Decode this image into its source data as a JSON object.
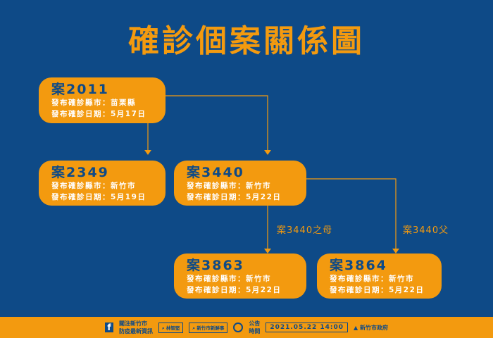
{
  "title": "確診個案關係圖",
  "cases": [
    {
      "id": "案2011",
      "county": "發布確診縣市：苗栗縣",
      "date": "發布確診日期：5月17日"
    },
    {
      "id": "案2349",
      "county": "發布確診縣市：新竹市",
      "date": "發布確診日期：5月19日"
    },
    {
      "id": "案3440",
      "county": "發布確診縣市：新竹市",
      "date": "發布確診日期：5月22日"
    },
    {
      "id": "案3863",
      "county": "發布確診縣市：新竹市",
      "date": "發布確診日期：5月22日"
    },
    {
      "id": "案3864",
      "county": "發布確診縣市：新竹市",
      "date": "發布確診日期：5月22日"
    }
  ],
  "relations": {
    "r1": "案3440之母",
    "r2": "案3440父"
  },
  "footer": {
    "follow1": "關注新竹市",
    "follow2": "防疫最新資訊",
    "search1": "林智堅",
    "search2": "新竹市新鮮事",
    "announce1": "公告",
    "announce2": "時間",
    "datetime": "2021.05.22 14:00",
    "gov": "新竹市政府"
  },
  "colors": {
    "background": "#0e4a87",
    "accent": "#f39a0f"
  }
}
